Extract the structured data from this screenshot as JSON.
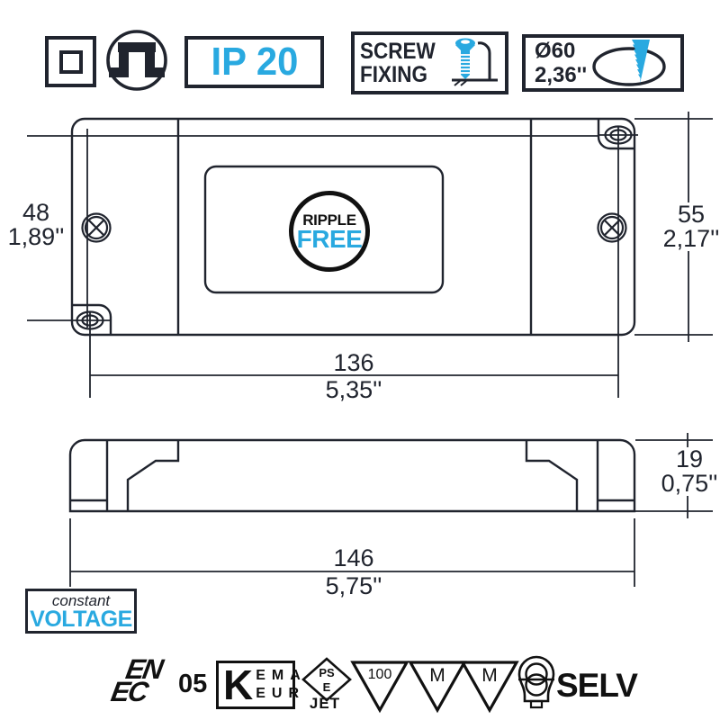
{
  "colors": {
    "accent": "#29a9e0",
    "ink": "#20242e"
  },
  "top_icons": {
    "ip_rating": "IP 20",
    "screw_line1": "SCREW",
    "screw_line2": "FIXING",
    "hole_mm": "Ø60",
    "hole_in": "2,36''"
  },
  "top_view": {
    "logo_line1": "RIPPLE",
    "logo_line2": "FREE",
    "holes_v_mm": "48",
    "holes_v_in": "1,89''",
    "overall_v_mm": "55",
    "overall_v_in": "2,17''",
    "holes_h_mm": "136",
    "holes_h_in": "5,35''"
  },
  "side_view": {
    "thickness_mm": "19",
    "thickness_in": "0,75''",
    "length_mm": "146",
    "length_in": "5,75''"
  },
  "badges": {
    "constant": "constant",
    "voltage": "VOLTAGE"
  },
  "certs": {
    "enec_top": "EN",
    "enec_bottom": "EC",
    "enec_year": "05",
    "kema_k": "K",
    "kema_row1": "EMA",
    "kema_row2": "EUR",
    "pse_l1": "PS",
    "pse_l2": "E",
    "pse_label": "JET",
    "triangle_100": "100",
    "triangle_m": "M",
    "selv": "SELV"
  }
}
